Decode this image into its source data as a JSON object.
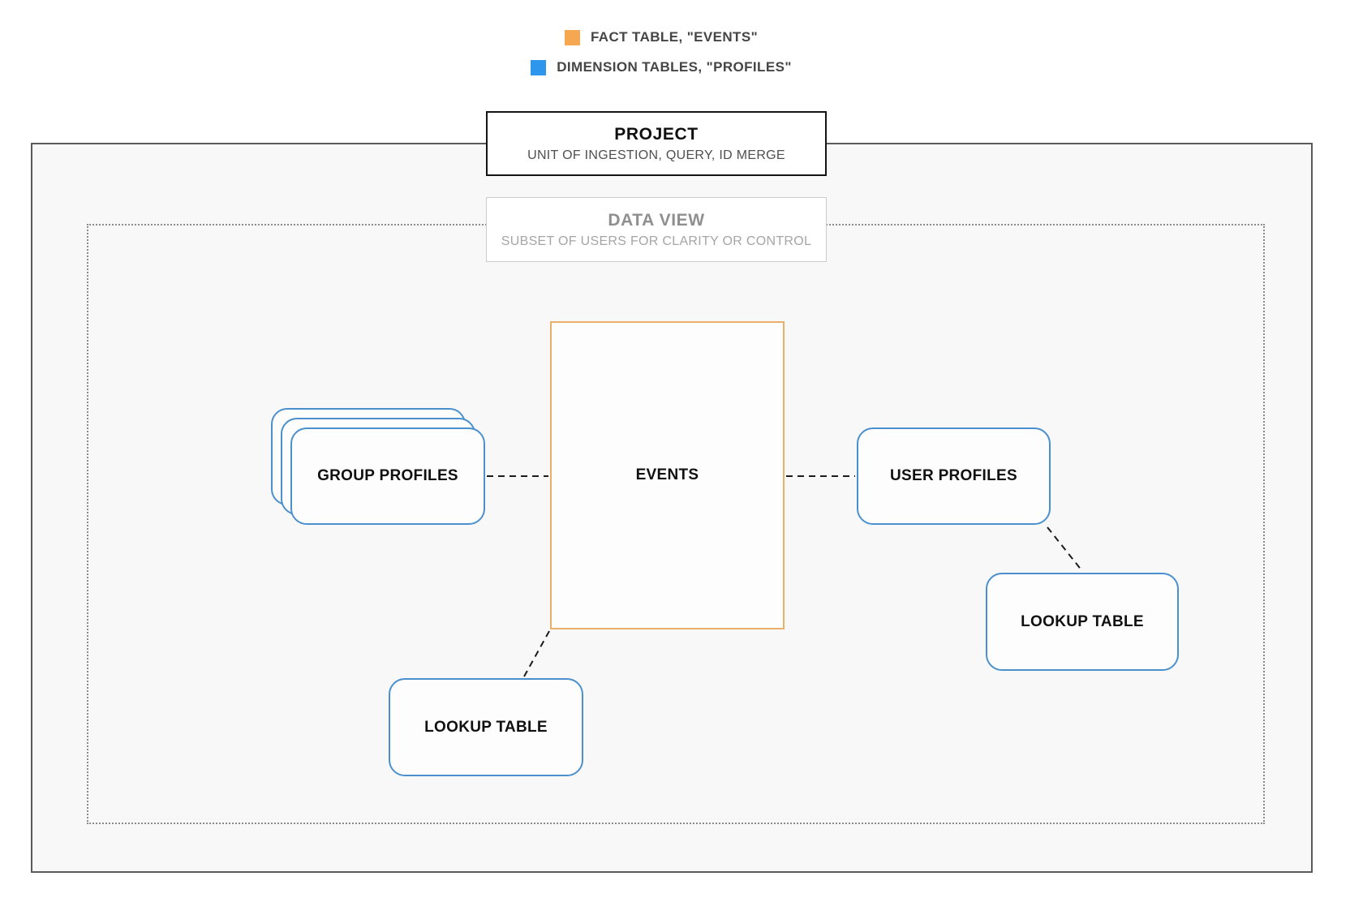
{
  "legend": {
    "items": [
      {
        "swatch": "fact-orange",
        "label": "FACT TABLE, \"EVENTS\""
      },
      {
        "swatch": "dimension-blue",
        "label": "DIMENSION TABLES, \"PROFILES\""
      }
    ]
  },
  "project": {
    "title": "PROJECT",
    "subtitle": "UNIT OF INGESTION, QUERY, ID MERGE"
  },
  "data_view": {
    "title": "DATA VIEW",
    "subtitle": "SUBSET OF USERS FOR CLARITY OR CONTROL"
  },
  "nodes": {
    "events": {
      "label": "EVENTS"
    },
    "group_profiles": {
      "label": "GROUP PROFILES"
    },
    "user_profiles": {
      "label": "USER PROFILES"
    },
    "lookup_right": {
      "label": "LOOKUP TABLE"
    },
    "lookup_bottom": {
      "label": "LOOKUP TABLE"
    }
  },
  "colors": {
    "fact_orange": "#F5A84F",
    "dimension_blue": "#2F96EE",
    "node_border_blue": "#4A90CE",
    "events_border_orange": "#E9B06A"
  }
}
